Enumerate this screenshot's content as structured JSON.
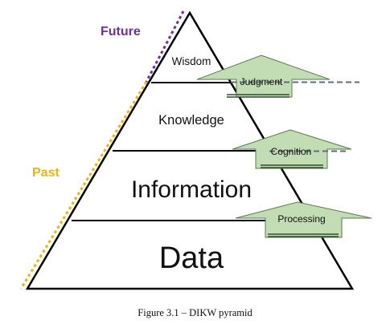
{
  "diagram": {
    "levels": {
      "wisdom": "Wisdom",
      "knowledge": "Knowledge",
      "information": "Information",
      "data": "Data"
    },
    "arrows": {
      "judgment": "Judgment",
      "cognition": "Cognition",
      "processing": "Processing"
    },
    "timeline": {
      "future": "Future",
      "past": "Past"
    },
    "colors": {
      "future": "#7030a0",
      "past": "#f5b400",
      "arrow_fill": "#c2dcb3",
      "arrow_stroke": "#5b7a4d",
      "arrow_line": "#2f4f2f",
      "dash_tail": "#606a80",
      "pyramid_stroke": "#000000"
    }
  },
  "caption": "Figure 3.1 – DIKW pyramid"
}
